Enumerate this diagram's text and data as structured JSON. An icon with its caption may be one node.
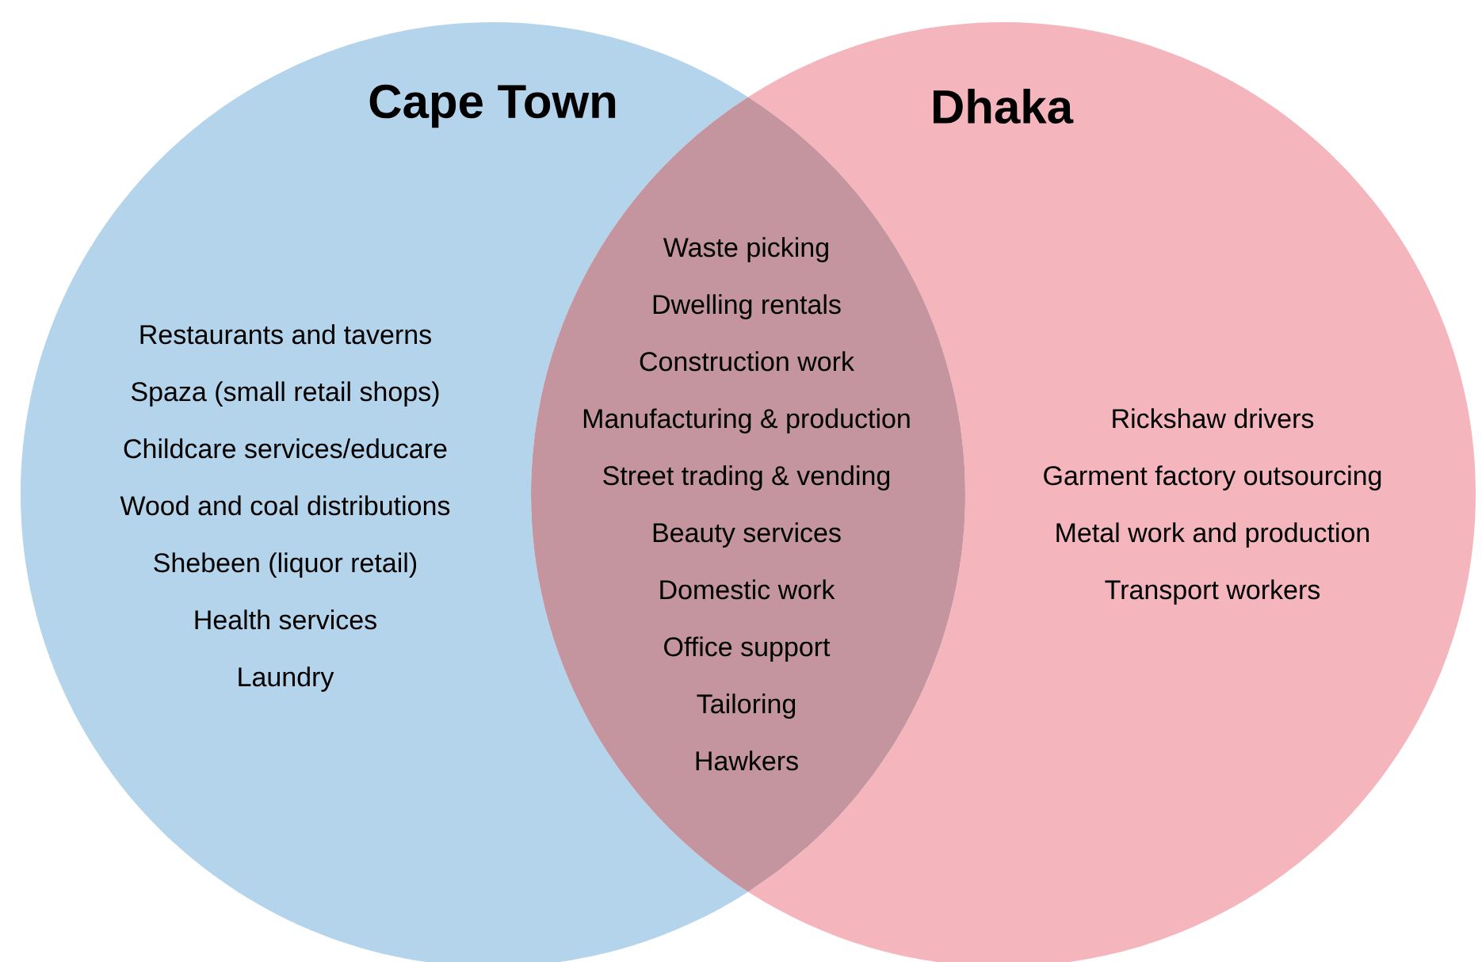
{
  "diagram": {
    "nodes": [
      {
        "text": [
          "Cape Town",
          "Restaurants and taverns",
          "Spaza (small retail shops)",
          "Childcare services/educare",
          "Wood and coal distributions",
          "Shebeen (liquor retail)",
          "Health services",
          "Laundry"
        ]
      },
      {
        "text": [
          "Dhaka",
          "Rickshaw drivers",
          "Garment factory outsourcing",
          "Metal work and production",
          "Transport workers"
        ]
      },
      {
        "text": [
          "Waste picking",
          "Dwelling rentals",
          "Construction work",
          "Manufacturing & production",
          "Street trading & vending",
          "Beauty services",
          "Domestic work",
          "Office support",
          "Tailoring",
          "Hawkers"
        ]
      }
    ]
  }
}
